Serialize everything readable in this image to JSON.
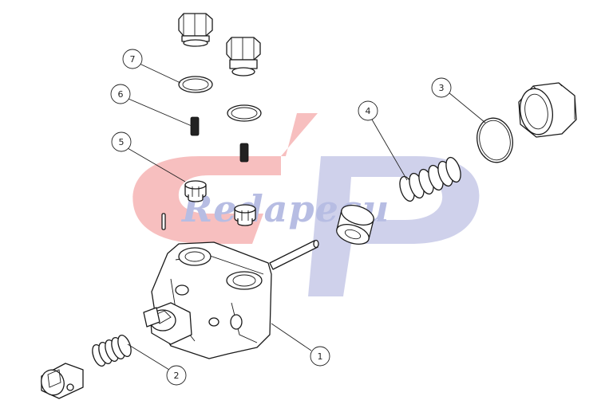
{
  "watermark": {
    "text": "Redapecu",
    "colors": {
      "red": "#f4a9a9",
      "blue": "#c3c6e6",
      "text": "#b7bde3"
    }
  },
  "callouts": [
    {
      "id": "callout-1",
      "label": "1"
    },
    {
      "id": "callout-2",
      "label": "2"
    },
    {
      "id": "callout-3",
      "label": "3"
    },
    {
      "id": "callout-4",
      "label": "4"
    },
    {
      "id": "callout-5",
      "label": "5"
    },
    {
      "id": "callout-6",
      "label": "6"
    },
    {
      "id": "callout-7",
      "label": "7"
    }
  ]
}
